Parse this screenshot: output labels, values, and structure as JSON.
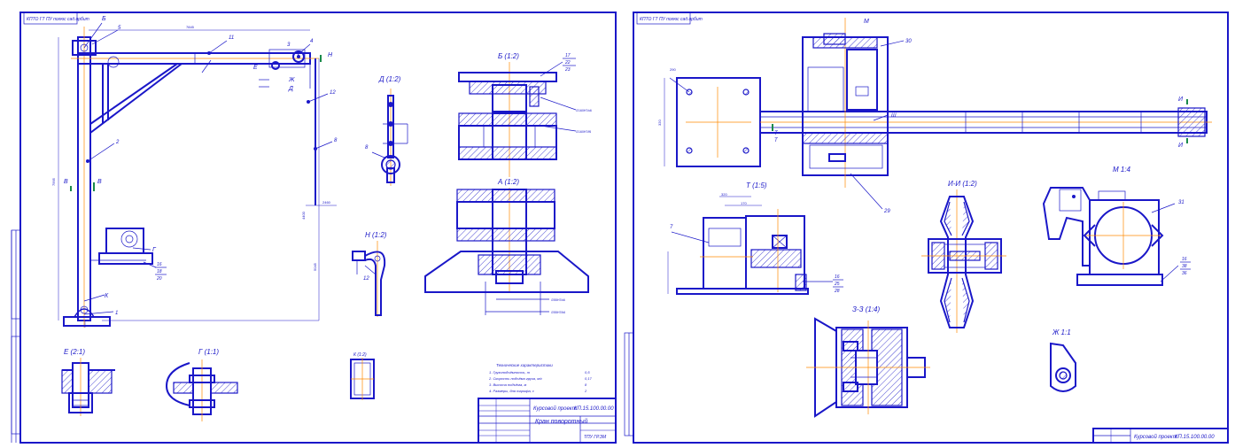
{
  "sheet_left": {
    "stamp": "КПТО ГТ ПУ полюс сад.орбит",
    "views": {
      "crane": {
        "refs": [
          "Б",
          "5",
          "11",
          "4",
          "3",
          "Е",
          "Н",
          "Ж",
          "Д",
          "12",
          "8",
          "2",
          "В",
          "В",
          "Г",
          "К",
          "1",
          "16",
          "18",
          "20"
        ],
        "dims": [
          "7845",
          "7995",
          "4400",
          "5045",
          "2460"
        ]
      },
      "d": {
        "title": "Д (1:2)",
        "ref": "8"
      },
      "b": {
        "title": "Б (1:2)",
        "refs": [
          "17",
          "22",
          "23"
        ],
        "notes": [
          "∅160Н7/к6",
          "∅160Н7/f6"
        ]
      },
      "a": {
        "title": "А (1:2)",
        "notes": [
          "∅55Н7/к6",
          "∅55Н7/k6"
        ]
      },
      "h": {
        "title": "Н (1:2)",
        "ref": "12"
      },
      "e": {
        "title": "Е (2:1)"
      },
      "g": {
        "title": "Г (1:1)"
      },
      "k": {
        "title": "К (1:2)"
      }
    },
    "notes": {
      "title": "Технические характеристики",
      "lines": [
        "1. Грузоподъёмность, т",
        "2. Скорость подъёма груза, м/с",
        "3. Высота подъёма, м",
        "4. Размеры, для тарифа, с"
      ],
      "values": [
        "0,5",
        "0,17",
        "8",
        "2"
      ]
    },
    "title_block": {
      "code": "КП.15.100.00.00",
      "project": "Курсовой проект",
      "name": "Кран поворотный",
      "org": "ТПУ ГР.ЗМ"
    }
  },
  "sheet_right": {
    "stamp": "КПТО ГТ ПУ полюс сад.орбит",
    "views": {
      "top": {
        "refs": [
          "М",
          "30",
          "29",
          "Т",
          "Т",
          "Ш",
          "И",
          "И"
        ],
        "dims": [
          "290",
          "320"
        ]
      },
      "t": {
        "title": "Т (1:5)",
        "refs": [
          "7",
          "16",
          "25",
          "28"
        ],
        "dims": [
          "320",
          "170"
        ]
      },
      "ii": {
        "title": "И-И (1:2)"
      },
      "m": {
        "title": "М 1:4",
        "refs": [
          "31",
          "16",
          "38",
          "36"
        ]
      },
      "zz": {
        "title": "З-З (1:4)"
      },
      "zh": {
        "title": "Ж 1:1"
      }
    },
    "title_block": {
      "code": "КП.15.100.00.00",
      "project": "Курсовой проект"
    }
  }
}
